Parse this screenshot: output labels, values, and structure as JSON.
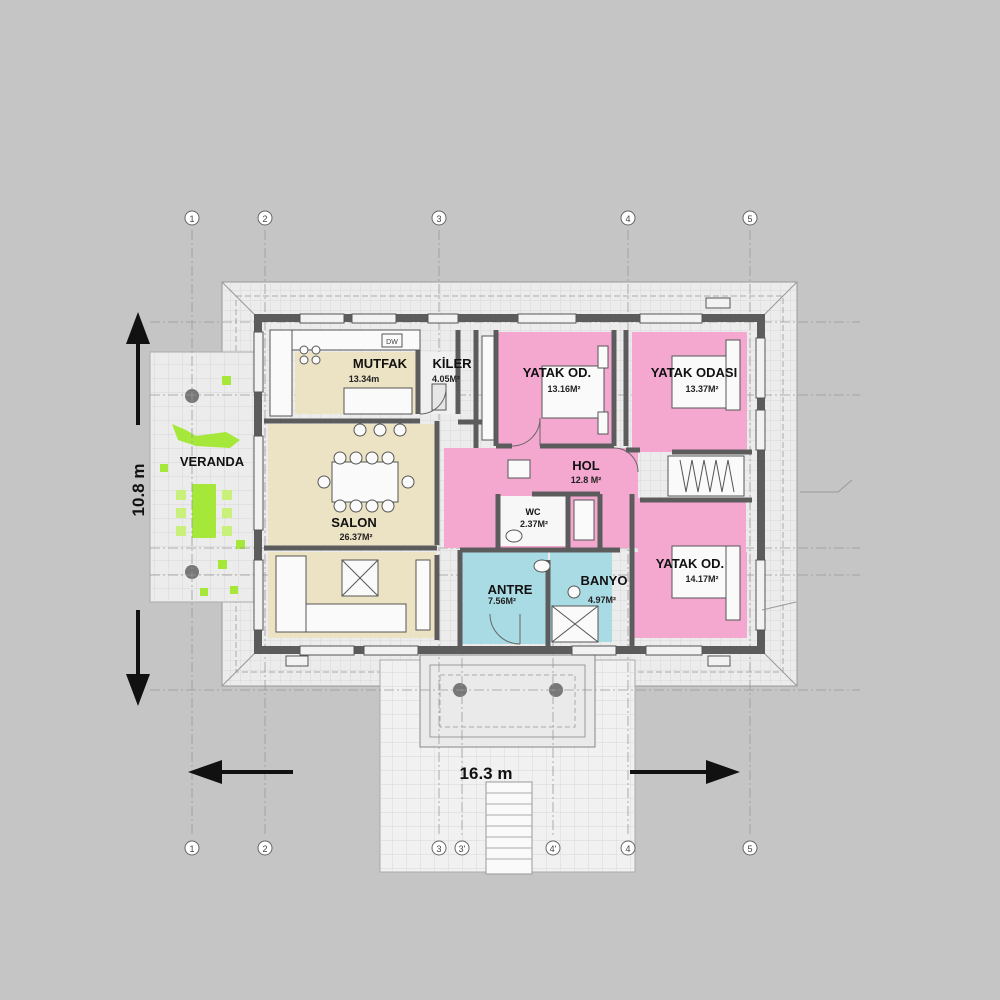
{
  "plan": {
    "dimensions": {
      "width": "16.3 m",
      "depth": "10.8 m"
    },
    "grid_axes": {
      "top": [
        "1",
        "2",
        "3",
        "4",
        "5"
      ],
      "bottom": [
        "1",
        "2",
        "3",
        "3'",
        "4'",
        "4",
        "5"
      ]
    },
    "rooms": {
      "mutfak": {
        "name": "MUTFAK",
        "area": "13.34m"
      },
      "kiler": {
        "name": "KİLER",
        "area": "4.05M²"
      },
      "yatak1": {
        "name": "YATAK OD.",
        "area": "13.16M²"
      },
      "yatak_odasi": {
        "name": "YATAK ODASI",
        "area": "13.37M²"
      },
      "veranda": {
        "name": "VERANDA"
      },
      "hol": {
        "name": "HOL",
        "area": "12.8 M²"
      },
      "wc": {
        "name": "WC",
        "area": "2.37M²"
      },
      "salon": {
        "name": "SALON",
        "area": "26.37M²"
      },
      "antre": {
        "name": "ANTRE",
        "area": "7.56M²"
      },
      "banyo": {
        "name": "BANYO",
        "area": "4.97M²"
      },
      "yatak3": {
        "name": "YATAK OD.",
        "area": "14.17M²"
      }
    },
    "fixture_labels": {
      "dishwasher": "DW"
    },
    "colors": {
      "background": "#c4c5c4",
      "kitchen_living": "#ece2c4",
      "bedroom_hall": "#f4a8cf",
      "entry_bath": "#a9dbe4",
      "veranda_plants": "#a6e83a",
      "wall": "#5c5c5c"
    }
  }
}
